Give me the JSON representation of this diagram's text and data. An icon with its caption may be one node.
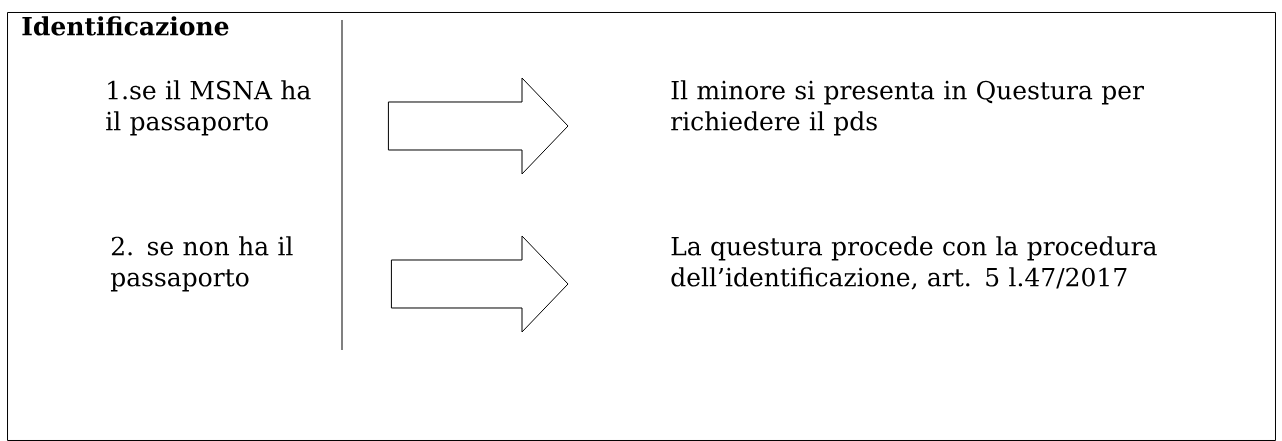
{
  "diagram": {
    "nodes": [
      {
        "text": [
          "Identificazione"
        ]
      },
      {
        "text": [
          "1.se il MSNA ha il passaporto"
        ],
        "in": 0
      },
      {
        "text": [
          "Il minore si presenta in Questura per richiedere il pds"
        ],
        "in": 0
      },
      {
        "text": [
          "2. se non ha il passaporto"
        ],
        "in": 0
      },
      {
        "text": [
          "La questura procede con la procedura dell’identificazione, art. 5 l.47/2017"
        ],
        "in": 0
      }
    ],
    "edges": [
      {
        "from": 1,
        "to": 2,
        "arrow": "to"
      },
      {
        "from": 3,
        "to": 4,
        "arrow": "to"
      }
    ]
  }
}
